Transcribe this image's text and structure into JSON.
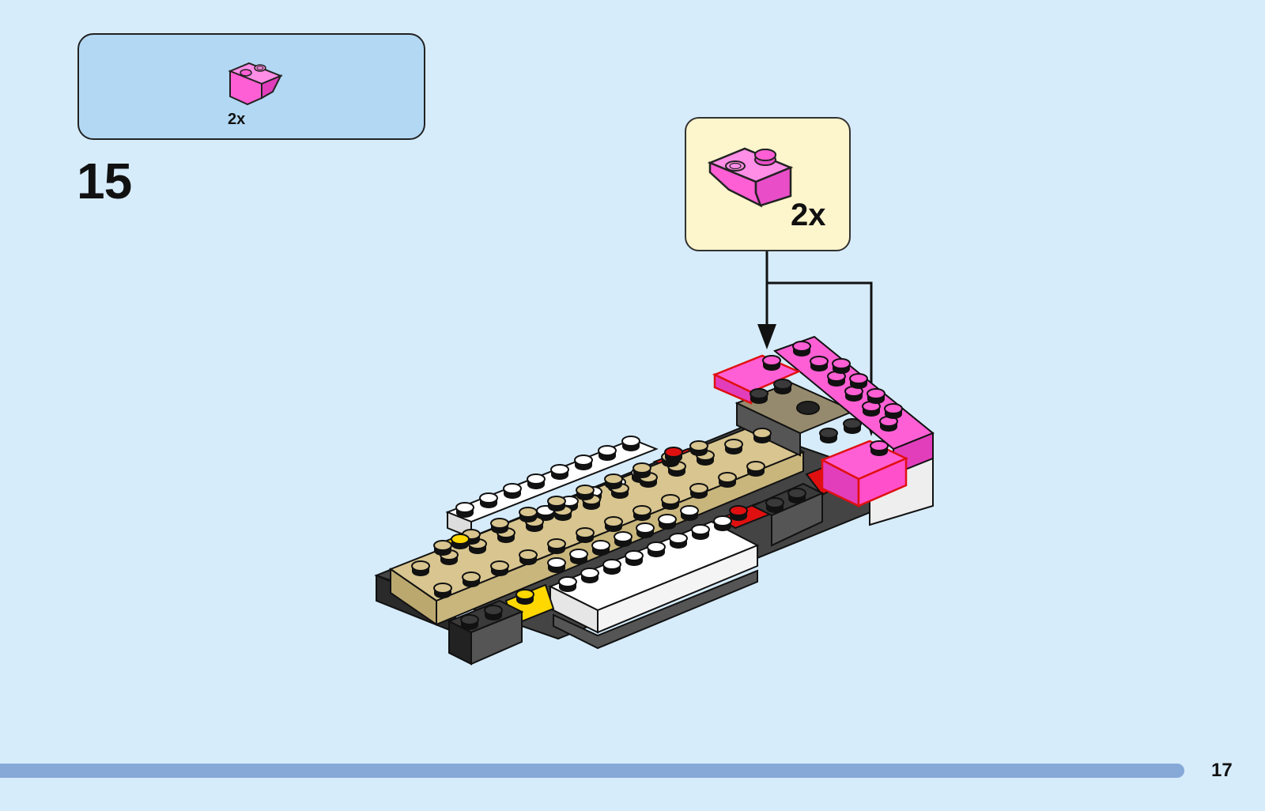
{
  "parts_list": {
    "quantity": "2x"
  },
  "step": {
    "number": "15"
  },
  "callout": {
    "quantity": "2x"
  },
  "page": {
    "number": "17"
  },
  "colors": {
    "background": "#d6ecfb",
    "parts_box": "#b3d8f4",
    "callout_box": "#fdf5cc",
    "brick_pink": "#ff5fd4",
    "progress_bar": "#86a9d8"
  }
}
